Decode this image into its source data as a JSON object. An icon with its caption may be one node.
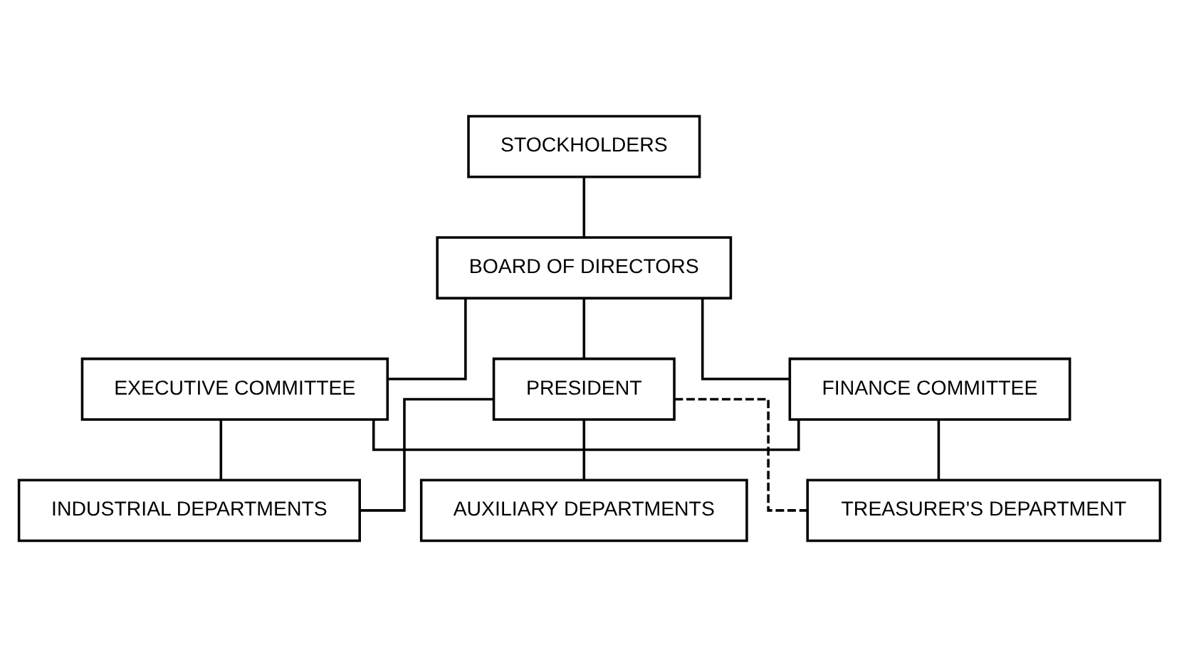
{
  "diagram": {
    "nodes": [
      {
        "text": [
          "STOCKHOLDERS"
        ]
      },
      {
        "text": [
          "BOARD OF DIRECTORS"
        ]
      },
      {
        "text": [
          "EXECUTIVE COMMITTEE"
        ]
      },
      {
        "text": [
          "FINANCE COMMITTEE"
        ]
      },
      {
        "text": [
          "PRESIDENT"
        ]
      },
      {
        "text": [
          "INDUSTRIAL DEPARTMENTS"
        ]
      },
      {
        "text": [
          "AUXILIARY DEPARTMENTS"
        ]
      },
      {
        "text": [
          "TREASURER'S DEPARTMENT"
        ]
      }
    ],
    "edges": [
      {
        "from": 0,
        "to": 1,
        "arrow": "none"
      },
      {
        "from": 1,
        "to": 2,
        "arrow": "none"
      },
      {
        "from": 1,
        "to": 3,
        "arrow": "none"
      },
      {
        "from": 1,
        "to": 4,
        "arrow": "none"
      },
      {
        "from": 2,
        "to": 3,
        "arrow": "none"
      },
      {
        "from": 2,
        "to": 5,
        "arrow": "none"
      },
      {
        "from": 3,
        "to": 7,
        "arrow": "none"
      },
      {
        "from": 4,
        "to": 5,
        "arrow": "none"
      },
      {
        "from": 4,
        "to": 6,
        "arrow": "none"
      },
      {
        "from": 4,
        "to": 7,
        "arrow": "none",
        "style": "dashed"
      }
    ]
  }
}
